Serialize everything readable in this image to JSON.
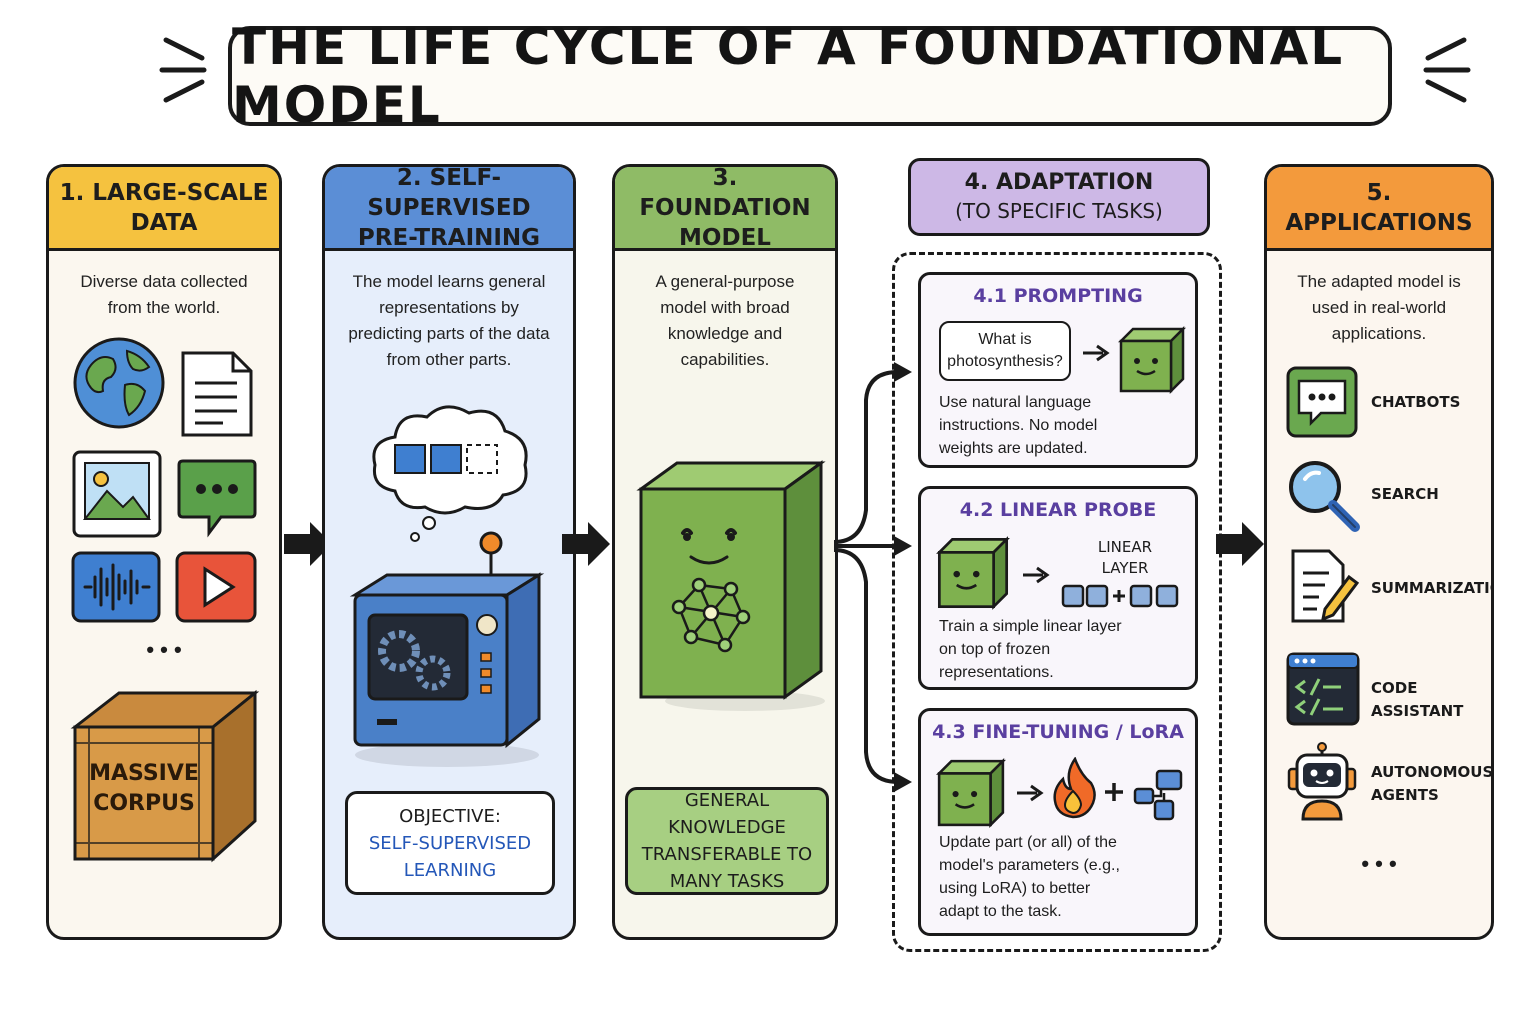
{
  "title": "THE LIFE CYCLE OF A FOUNDATIONAL MODEL",
  "stages": [
    {
      "heading": "1. LARGE-SCALE\nDATA",
      "description": "Diverse data collected from the world.",
      "icons": [
        "globe-icon",
        "document-icon",
        "image-icon",
        "chat-icon",
        "audio-icon",
        "video-icon"
      ],
      "more": "• • •",
      "crate_label": "MASSIVE\nCORPUS"
    },
    {
      "heading": "2. SELF-SUPERVISED\nPRE-TRAINING",
      "description": "The model learns general representations by predicting parts of the data from other parts.",
      "objective_label": "OBJECTIVE:",
      "objective_value": "SELF-SUPERVISED\nLEARNING"
    },
    {
      "heading": "3. FOUNDATION\nMODEL",
      "description": "A general-purpose model with broad knowledge and capabilities.",
      "note": "GENERAL KNOWLEDGE\nTRANSFERABLE TO\nMANY TASKS"
    },
    {
      "heading": "4. ADAPTATION",
      "subheading": "(TO SPECIFIC TASKS)",
      "methods": [
        {
          "title": "4.1 PROMPTING",
          "example_prompt_line1": "What is",
          "example_prompt_line2": "photosynthesis?",
          "text_lines": [
            "Use natural language",
            "instructions. No model",
            "weights are updated."
          ]
        },
        {
          "title": "4.2 LINEAR PROBE",
          "layer_label_line1": "LINEAR",
          "layer_label_line2": "LAYER",
          "text_lines": [
            "Train a simple linear layer",
            "on top of frozen",
            "representations."
          ]
        },
        {
          "title": "4.3 FINE-TUNING / LoRA",
          "text_lines": [
            "Update part (or all) of the",
            "model's parameters (e.g.,",
            "using LoRA) to better",
            "adapt to the task."
          ]
        }
      ]
    },
    {
      "heading": "5. APPLICATIONS",
      "description": "The adapted model is used in real-world applications.",
      "applications": [
        {
          "label": "CHATBOTS",
          "icon": "chat-bubble-icon"
        },
        {
          "label": "SEARCH",
          "icon": "magnifier-icon"
        },
        {
          "label": "SUMMARIZATION",
          "icon": "pencil-document-icon"
        },
        {
          "label": "CODE ASSISTANT",
          "icon": "code-window-icon"
        },
        {
          "label": "AUTONOMOUS\nAGENTS",
          "icon": "robot-icon"
        }
      ],
      "more": "• • •"
    }
  ],
  "colors": {
    "stage1": "#f5c23f",
    "stage2": "#5b8ed6",
    "stage3": "#8fbb66",
    "stage4": "#cdb8e6",
    "stage5": "#f39a3c",
    "accent_text": "#5a3fa0"
  }
}
